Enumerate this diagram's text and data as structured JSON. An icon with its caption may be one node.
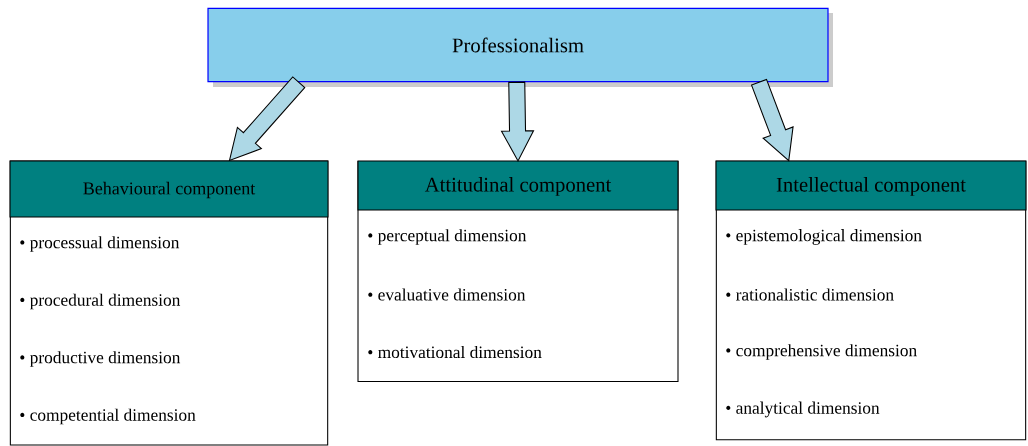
{
  "diagram": {
    "nodes": [
      {
        "text": [
          "Professionalism"
        ]
      },
      {
        "text": [
          "Behavioural component",
          "• processual dimension",
          "• procedural dimension",
          "• productive dimension",
          "• competential dimension"
        ]
      },
      {
        "text": [
          "Attitudinal component",
          "• perceptual dimension",
          "• evaluative dimension",
          "• motivational dimension"
        ]
      },
      {
        "text": [
          "Intellectual component",
          "• epistemological dimension",
          "• rationalistic dimension",
          "• comprehensive dimension",
          "• analytical dimension"
        ]
      }
    ],
    "edges": [
      {
        "from": 0,
        "to": 1,
        "arrow": "to"
      },
      {
        "from": 0,
        "to": 2,
        "arrow": "to"
      },
      {
        "from": 0,
        "to": 3,
        "arrow": "to"
      }
    ]
  }
}
